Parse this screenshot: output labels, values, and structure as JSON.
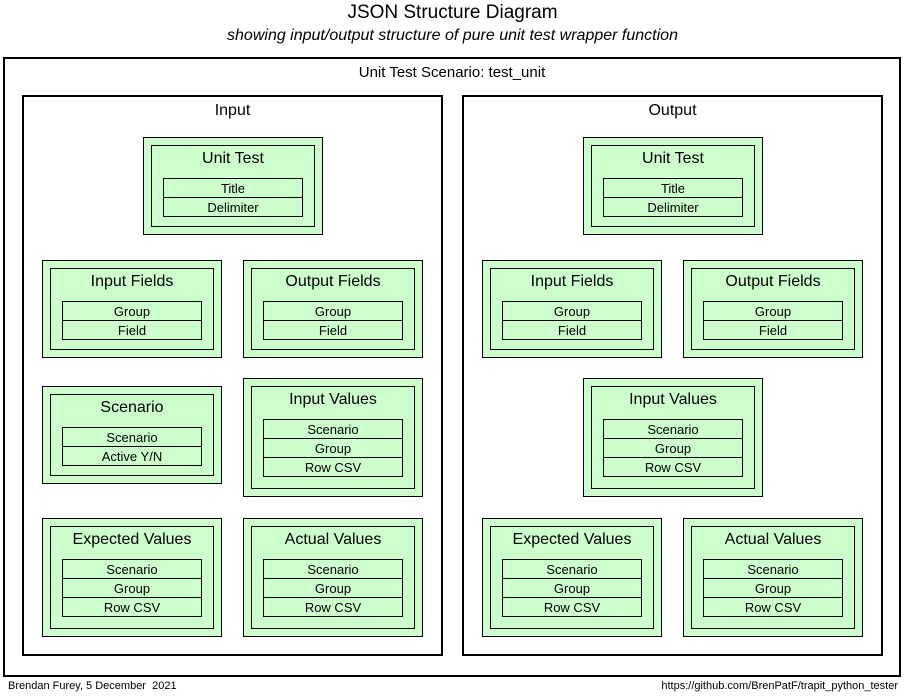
{
  "title": "JSON Structure Diagram",
  "subtitle": "showing input/output structure of pure unit test wrapper function",
  "scenario_box_title": "Unit Test Scenario: test_unit",
  "colors": {
    "box_fill": "#ccffcc",
    "border": "#000000",
    "background": "#ffffff",
    "text": "#000000"
  },
  "sections": {
    "input": {
      "label": "Input",
      "unit_test": {
        "title": "Unit Test",
        "rows": [
          "Title",
          "Delimiter"
        ]
      },
      "input_fields": {
        "title": "Input Fields",
        "rows": [
          "Group",
          "Field"
        ]
      },
      "output_fields": {
        "title": "Output Fields",
        "rows": [
          "Group",
          "Field"
        ]
      },
      "scenario": {
        "title": "Scenario",
        "rows": [
          "Scenario",
          "Active Y/N"
        ]
      },
      "input_values": {
        "title": "Input Values",
        "rows": [
          "Scenario",
          "Group",
          "Row CSV"
        ]
      },
      "expected_values": {
        "title": "Expected Values",
        "rows": [
          "Scenario",
          "Group",
          "Row CSV"
        ]
      },
      "actual_values": {
        "title": "Actual Values",
        "rows": [
          "Scenario",
          "Group",
          "Row CSV"
        ]
      }
    },
    "output": {
      "label": "Output",
      "unit_test": {
        "title": "Unit Test",
        "rows": [
          "Title",
          "Delimiter"
        ]
      },
      "input_fields": {
        "title": "Input Fields",
        "rows": [
          "Group",
          "Field"
        ]
      },
      "output_fields": {
        "title": "Output Fields",
        "rows": [
          "Group",
          "Field"
        ]
      },
      "input_values": {
        "title": "Input Values",
        "rows": [
          "Scenario",
          "Group",
          "Row CSV"
        ]
      },
      "expected_values": {
        "title": "Expected Values",
        "rows": [
          "Scenario",
          "Group",
          "Row CSV"
        ]
      },
      "actual_values": {
        "title": "Actual Values",
        "rows": [
          "Scenario",
          "Group",
          "Row CSV"
        ]
      }
    }
  },
  "footer": {
    "left": "Brendan Furey, 5 December  2021",
    "right": "https://github.com/BrenPatF/trapit_python_tester"
  }
}
